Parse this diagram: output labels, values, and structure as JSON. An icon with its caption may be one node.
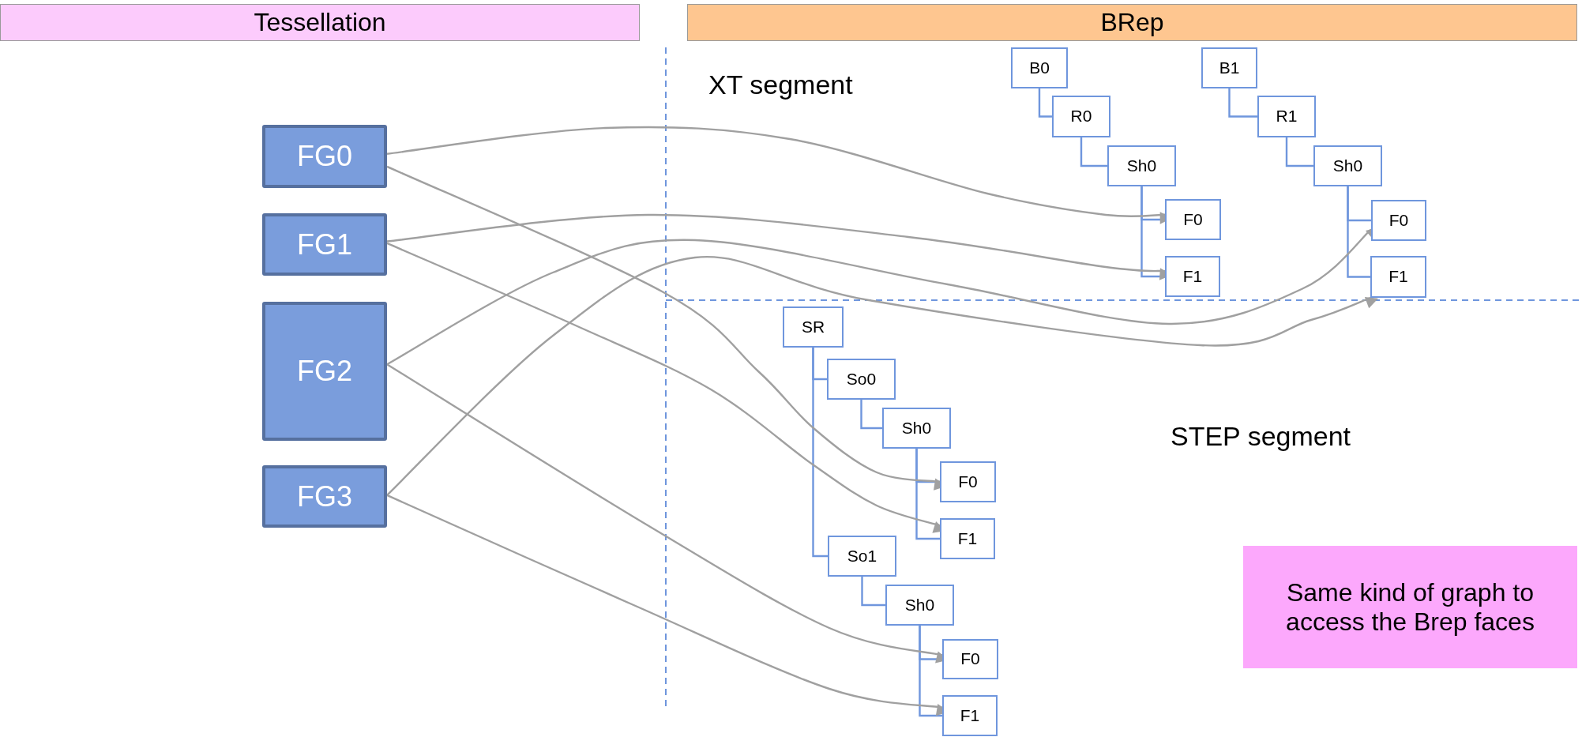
{
  "diagram": {
    "nodes": [
      {
        "text": [
          "Tessellation"
        ]
      },
      {
        "text": [
          "BRep"
        ]
      },
      {
        "text": [
          "B0"
        ]
      },
      {
        "text": [
          "R0"
        ]
      },
      {
        "text": [
          "Sh0"
        ]
      },
      {
        "text": [
          "F0"
        ]
      },
      {
        "text": [
          "F1"
        ]
      },
      {
        "text": [
          "B1"
        ]
      },
      {
        "text": [
          "R1"
        ]
      },
      {
        "text": [
          "Sh0"
        ]
      },
      {
        "text": [
          "F0"
        ]
      },
      {
        "text": [
          "F1"
        ]
      },
      {
        "text": [
          "FG0"
        ]
      },
      {
        "text": [
          "FG1"
        ]
      },
      {
        "text": [
          "FG2"
        ]
      },
      {
        "text": [
          "FG3"
        ]
      },
      {
        "text": [
          "SR"
        ]
      },
      {
        "text": [
          "So0"
        ]
      },
      {
        "text": [
          "Sh0"
        ]
      },
      {
        "text": [
          "F0"
        ]
      },
      {
        "text": [
          "F1"
        ]
      },
      {
        "text": [
          "So1"
        ]
      },
      {
        "text": [
          "Sh0"
        ]
      },
      {
        "text": [
          "F0"
        ]
      },
      {
        "text": [
          "F1"
        ]
      },
      {
        "text": [
          "Same kind of graph to access the Brep faces"
        ]
      }
    ],
    "edges": [
      {
        "from": 2,
        "to": 3,
        "arrow": "none"
      },
      {
        "from": 3,
        "to": 4,
        "arrow": "none"
      },
      {
        "from": 4,
        "to": 5,
        "arrow": "none"
      },
      {
        "from": 4,
        "to": 6,
        "arrow": "none"
      },
      {
        "from": 7,
        "to": 8,
        "arrow": "none"
      },
      {
        "from": 8,
        "to": 9,
        "arrow": "none"
      },
      {
        "from": 9,
        "to": 10,
        "arrow": "none"
      },
      {
        "from": 9,
        "to": 11,
        "arrow": "none"
      },
      {
        "from": 16,
        "to": 17,
        "arrow": "none"
      },
      {
        "from": 17,
        "to": 18,
        "arrow": "none"
      },
      {
        "from": 18,
        "to": 19,
        "arrow": "none"
      },
      {
        "from": 18,
        "to": 20,
        "arrow": "none"
      },
      {
        "from": 16,
        "to": 21,
        "arrow": "none"
      },
      {
        "from": 21,
        "to": 22,
        "arrow": "none"
      },
      {
        "from": 22,
        "to": 23,
        "arrow": "none"
      },
      {
        "from": 22,
        "to": 24,
        "arrow": "none"
      },
      {
        "from": 12,
        "to": 5,
        "arrow": "to",
        "color": "#a0a0a0"
      },
      {
        "from": 12,
        "to": 19,
        "arrow": "to",
        "color": "#a0a0a0"
      },
      {
        "from": 13,
        "to": 6,
        "arrow": "to",
        "color": "#a0a0a0"
      },
      {
        "from": 13,
        "to": 20,
        "arrow": "to",
        "color": "#a0a0a0"
      },
      {
        "from": 14,
        "to": 10,
        "arrow": "to",
        "color": "#a0a0a0"
      },
      {
        "from": 14,
        "to": 23,
        "arrow": "to",
        "color": "#a0a0a0"
      },
      {
        "from": 15,
        "to": 11,
        "arrow": "to",
        "color": "#a0a0a0"
      },
      {
        "from": 15,
        "to": 24,
        "arrow": "to",
        "color": "#a0a0a0"
      }
    ],
    "labels": [
      "XT segment",
      "STEP segment"
    ]
  }
}
